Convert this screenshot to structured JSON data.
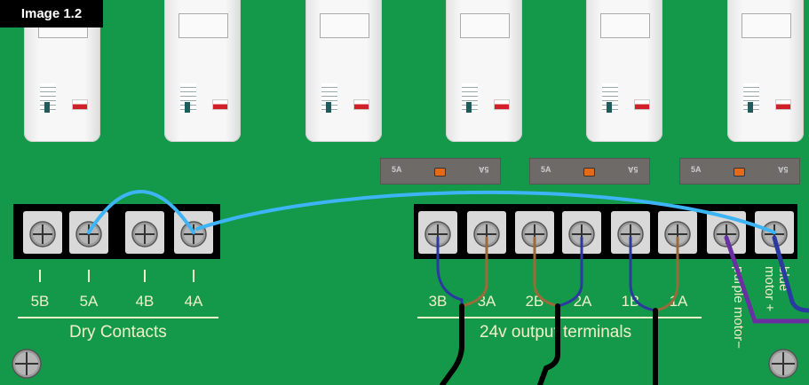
{
  "badge": "Image 1.2",
  "fuses": [
    {
      "left": "5A",
      "right": "5A"
    },
    {
      "left": "5A",
      "right": "5A"
    },
    {
      "left": "5A",
      "right": "5A"
    }
  ],
  "dry_contacts": {
    "title": "Dry Contacts",
    "labels": [
      "5B",
      "5A",
      "4B",
      "4A"
    ]
  },
  "output_terminals": {
    "title": "24v output terminals",
    "labels": [
      "3B",
      "3A",
      "2B",
      "2A",
      "1B",
      "1A"
    ]
  },
  "motor_labels": {
    "minus": "purple motor−",
    "plus": "blue motor +"
  },
  "colors": {
    "board": "#14994a",
    "jumper": "#3cb4f5",
    "purple": "#6a2fa0",
    "blue": "#2a3aa0",
    "black": "#000000"
  }
}
